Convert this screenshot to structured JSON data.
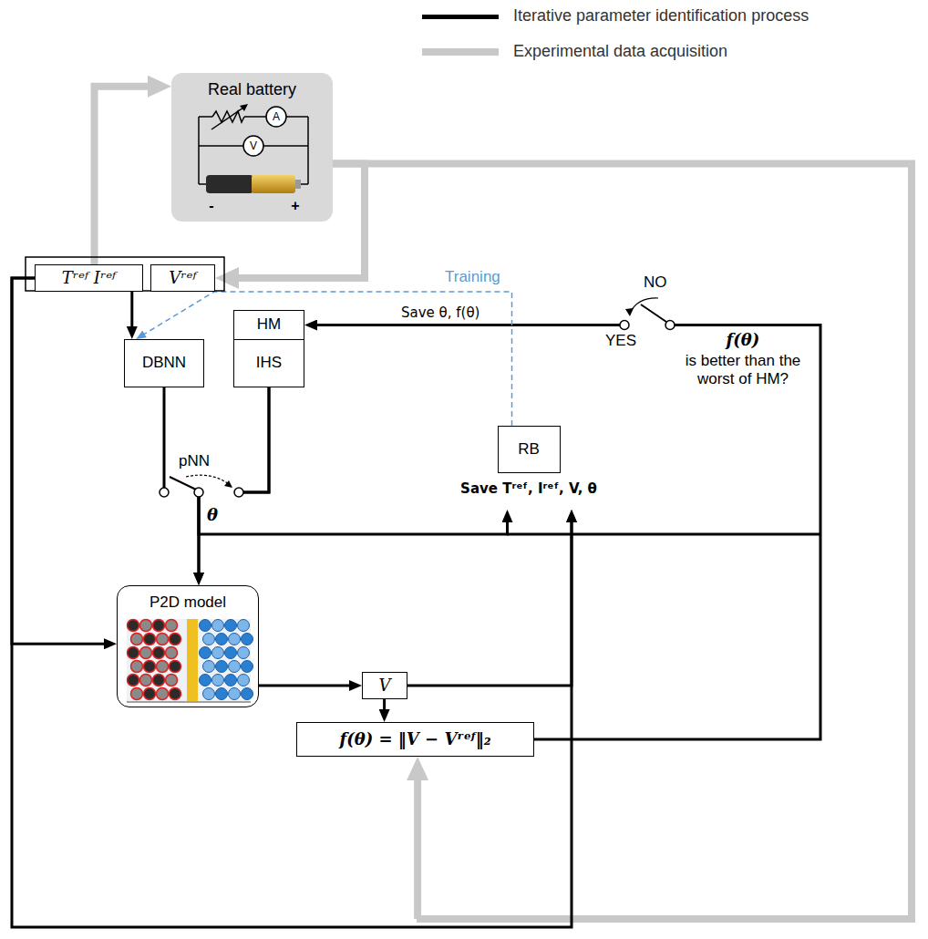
{
  "diagram": {
    "nodes": [
      {
        "text": [
          "Real battery"
        ]
      },
      {
        "text": [
          "Tʳᵉᶠ Iʳᵉᶠ"
        ]
      },
      {
        "text": [
          "Vʳᵉᶠ"
        ]
      },
      {
        "text": [
          "HM"
        ]
      },
      {
        "text": [
          "IHS"
        ]
      },
      {
        "text": [
          "DBNN"
        ]
      },
      {
        "text": [
          "RB",
          "Save Tʳᵉᶠ, Iʳᵉᶠ, V, θ"
        ]
      },
      {
        "text": [
          "P2D model"
        ]
      },
      {
        "text": [
          "V"
        ]
      },
      {
        "text": [
          "f(θ) = ‖V − Vʳᵉᶠ‖₂"
        ]
      }
    ],
    "edges": [
      {
        "from": 1,
        "to": 0,
        "arrow": "to"
      },
      {
        "from": 0,
        "to": 2,
        "arrow": "to"
      },
      {
        "from": 0,
        "to": 9,
        "arrow": "to"
      },
      {
        "from": 1,
        "to": 5,
        "arrow": "to"
      },
      {
        "from": 1,
        "to": 7,
        "arrow": "to"
      },
      {
        "from": 1,
        "to": 6,
        "arrow": "to"
      },
      {
        "from": 5,
        "to": 7,
        "arrow": "to"
      },
      {
        "from": 4,
        "to": 7,
        "arrow": "to"
      },
      {
        "from": 7,
        "to": 8,
        "arrow": "to"
      },
      {
        "from": 8,
        "to": 9,
        "arrow": "to"
      },
      {
        "from": 8,
        "to": 6,
        "arrow": "to"
      },
      {
        "from": 4,
        "to": 6,
        "arrow": "to"
      },
      {
        "from": 9,
        "to": 3,
        "label": "Save θ, f(θ)",
        "arrow": "to"
      },
      {
        "from": 6,
        "to": 5,
        "label": "Training",
        "arrow": "to"
      }
    ],
    "labels": [
      "NO",
      "YES",
      "f(θ)",
      "is better than the worst of HM?",
      "pNN",
      "θ",
      "A",
      "V",
      "-",
      "+"
    ],
    "legend": [
      {
        "text": "Iterative parameter identification process",
        "color": "#000000"
      },
      {
        "text": "Experimental data acquisition",
        "color": "#c8c8c8"
      }
    ]
  }
}
